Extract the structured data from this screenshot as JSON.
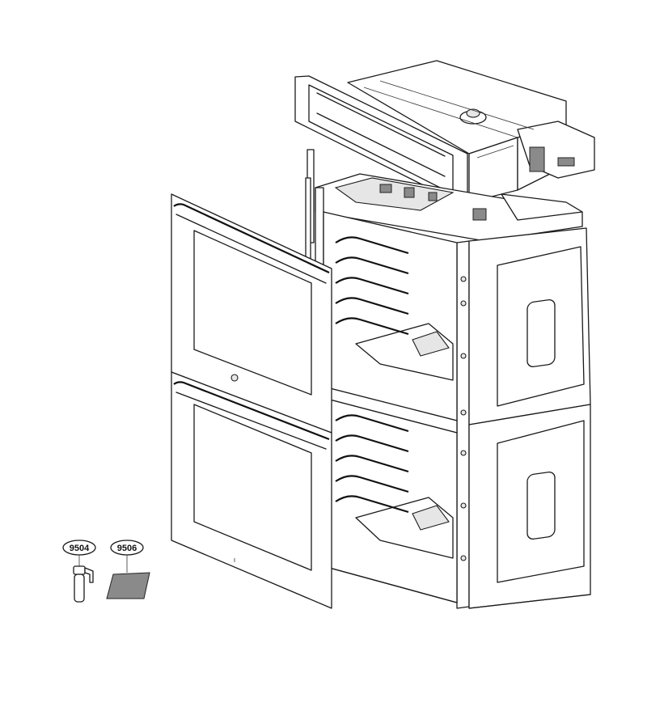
{
  "callouts": [
    {
      "id": "9504",
      "label": "9504",
      "part": "spray-bottle"
    },
    {
      "id": "9506",
      "label": "9506",
      "part": "cleaning-pad"
    }
  ]
}
